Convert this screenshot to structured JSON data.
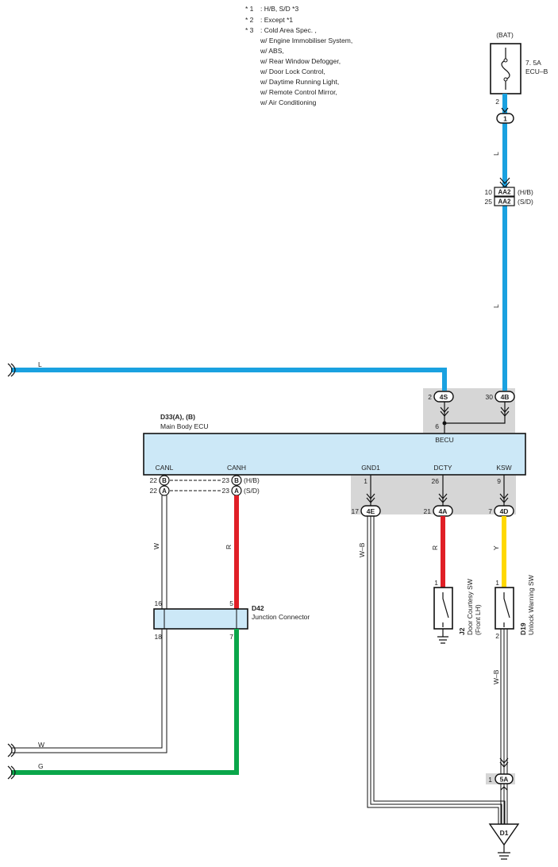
{
  "notes": [
    {
      "mark": "* 1",
      "text": ": H/B,  S/D *3"
    },
    {
      "mark": "* 2",
      "text": ": Except *1"
    },
    {
      "mark": "* 3",
      "text": ": Cold Area Spec. ,"
    },
    {
      "mark": "",
      "text": "w/ Engine Immobiliser System,"
    },
    {
      "mark": "",
      "text": "w/ ABS,"
    },
    {
      "mark": "",
      "text": "w/ Rear Window Defogger,"
    },
    {
      "mark": "",
      "text": "w/ Door Lock Control,"
    },
    {
      "mark": "",
      "text": "w/ Daytime Running Light,"
    },
    {
      "mark": "",
      "text": "w/ Remote Control Mirror,"
    },
    {
      "mark": "",
      "text": "w/ Air Conditioning"
    }
  ],
  "fuse": {
    "source": "(BAT)",
    "rating": "7. 5A",
    "name": "ECU–B",
    "pin": "2"
  },
  "connectors": {
    "c1": "1",
    "aa2_hb": {
      "pin": "10",
      "id": "AA2",
      "variant": "(H/B)"
    },
    "aa2_sd": {
      "pin": "25",
      "id": "AA2",
      "variant": "(S/D)"
    },
    "c4s": {
      "pin": "2",
      "id": "4S"
    },
    "c4b": {
      "pin": "30",
      "id": "4B"
    },
    "becu_pin": "6",
    "c4e": {
      "pin": "17",
      "id": "4E"
    },
    "c4a": {
      "pin": "21",
      "id": "4A"
    },
    "c4d": {
      "pin": "7",
      "id": "4D"
    },
    "c5a": {
      "pin": "1",
      "id": "5A"
    }
  },
  "wires": {
    "L_top": "L",
    "L_mid": "L",
    "L_left": "L",
    "W_vert": "W",
    "R_canh": "R",
    "WB_gnd": "W–B",
    "R_dcty": "R",
    "Y_ksw": "Y",
    "WB_sw": "W–B",
    "W_left": "W",
    "G_left": "G"
  },
  "ecu": {
    "id": "D33(A), (B)",
    "name": "Main Body ECU",
    "terminals": {
      "becu": "BECU",
      "canl": "CANL",
      "canh": "CANH",
      "gnd1": "GND1",
      "dcty": "DCTY",
      "ksw": "KSW"
    },
    "pins": {
      "gnd1": "1",
      "dcty": "26",
      "ksw": "9"
    },
    "canl_b": {
      "pin": "22",
      "id": "B"
    },
    "canl_a": {
      "pin": "22",
      "id": "A"
    },
    "canh_b": {
      "pin": "23",
      "id": "B",
      "variant": "(H/B)"
    },
    "canh_a": {
      "pin": "23",
      "id": "A",
      "variant": "(S/D)"
    }
  },
  "junction": {
    "id": "D42",
    "name": "Junction Connector",
    "pin_tl": "16",
    "pin_tr": "5",
    "pin_bl": "18",
    "pin_br": "7"
  },
  "switch_j2": {
    "id": "J2",
    "name": "Door Courtesy SW",
    "sub": "(Front LH)",
    "pin": "1"
  },
  "switch_d19": {
    "id": "D19",
    "name": "Unlock Warning SW",
    "pin_top": "1",
    "pin_bottom": "2"
  },
  "ground": {
    "id": "D1"
  },
  "colors": {
    "L": "#1aa1e0",
    "R": "#e01f26",
    "Y": "#ffd800",
    "G": "#0aa64a",
    "W": "#ffffff",
    "ecu_fill": "#cce8f7",
    "shade": "#d6d6d6"
  }
}
